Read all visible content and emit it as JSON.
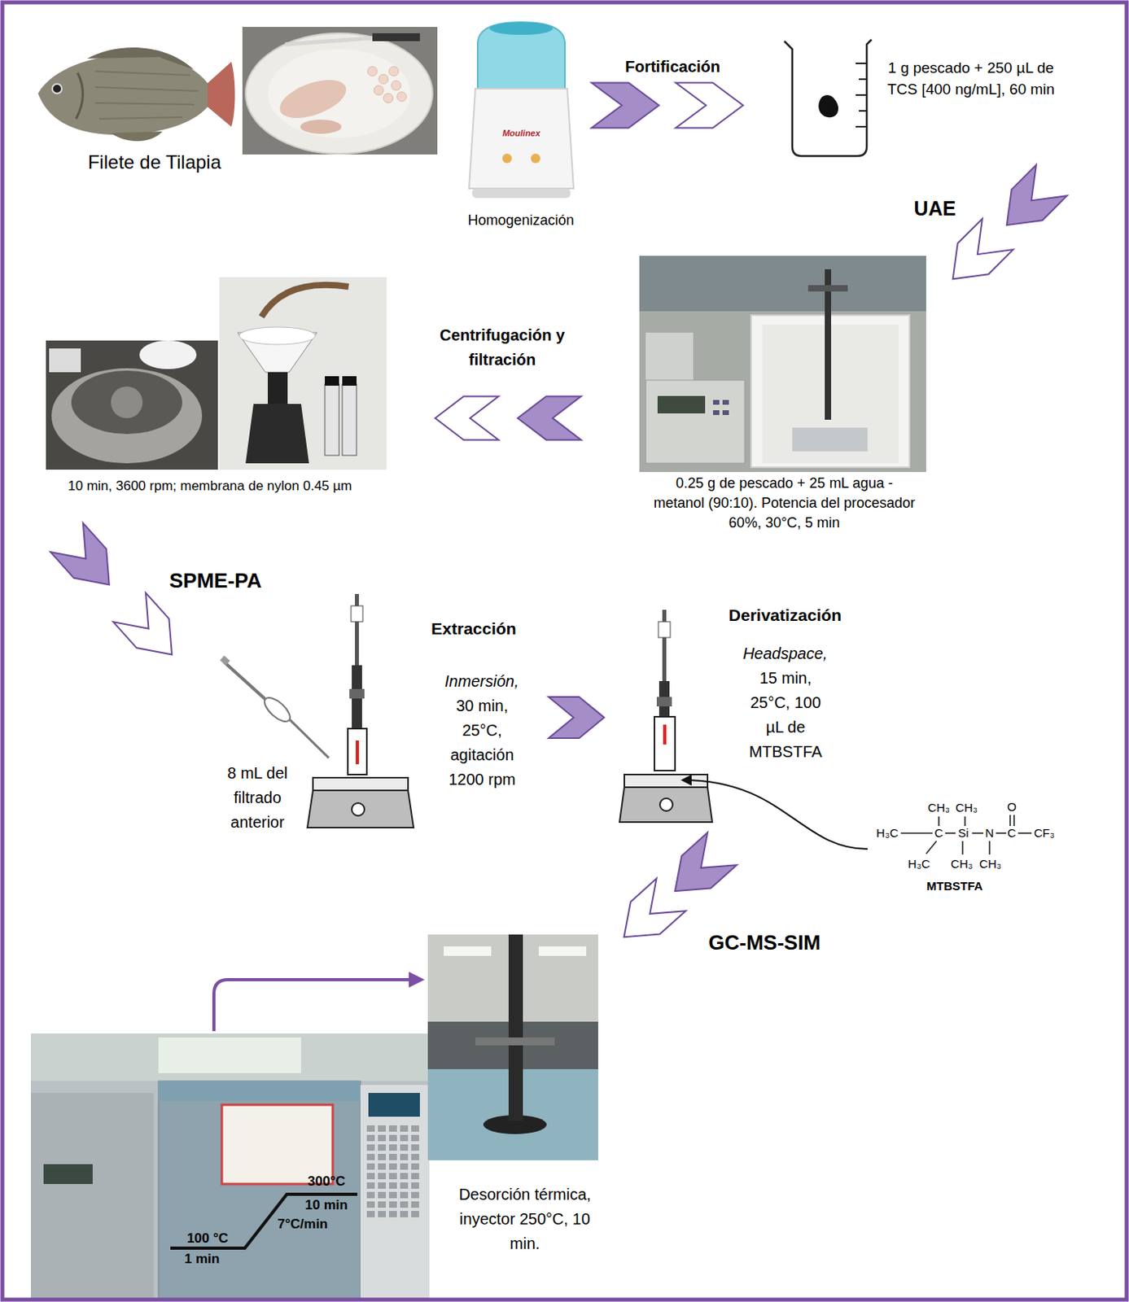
{
  "diagram": {
    "nodes": [
      {
        "text": [
          "Filete de Tilapia"
        ]
      },
      {
        "text": [
          "Homogenización"
        ]
      },
      {
        "text": [
          "1 g pescado + 250 µL de TCS [400 ng/mL], 60 min"
        ]
      },
      {
        "text": [
          "0.25 g de pescado + 25 mL agua - metanol (90:10). Potencia del procesador 60%, 30°C, 5 min"
        ]
      },
      {
        "text": [
          "10 min, 3600 rpm; membrana de nylon 0.45 µm"
        ]
      },
      {
        "text": [
          "8 mL del filtrado anterior",
          "Extracción",
          "Inmersión,",
          "30 min, 25°C, agitación 1200 rpm"
        ]
      },
      {
        "text": [
          "Derivatización",
          "Headspace,",
          "15 min, 25°C, 100 µL de MTBSTFA"
        ]
      },
      {
        "text": [
          "Desorción térmica, inyector 250°C, 10 min."
        ]
      }
    ],
    "edges": [
      {
        "from": 1,
        "to": 2,
        "arrow": "to",
        "label": "Fortificación"
      },
      {
        "from": 2,
        "to": 3,
        "arrow": "to",
        "label": "UAE"
      },
      {
        "from": 3,
        "to": 4,
        "arrow": "to",
        "label": "Centrifugación y filtración"
      },
      {
        "from": 4,
        "to": 5,
        "arrow": "to",
        "label": "SPME-PA"
      },
      {
        "from": 5,
        "to": 6,
        "arrow": "to"
      },
      {
        "from": 6,
        "to": 7,
        "arrow": "to",
        "label": "GC-MS-SIM"
      }
    ],
    "labels": [
      "Moulinex",
      "300°C",
      "10 min",
      "7°C/min",
      "100 °C",
      "1 min",
      "CH₃",
      "CH₃",
      "O",
      "H₃C",
      "C",
      "Si",
      "N",
      "C",
      "CF₃",
      "H₃C",
      "CH₃",
      "CH₃",
      "MTBSTFA"
    ]
  }
}
